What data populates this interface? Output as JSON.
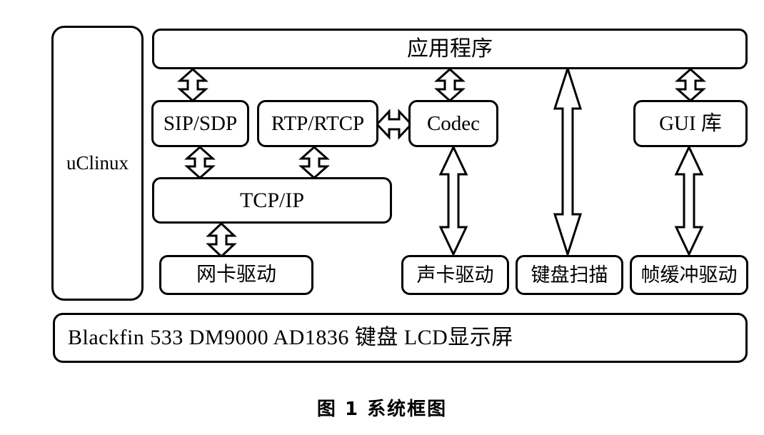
{
  "figure": {
    "caption": "图 1  系统框图",
    "title": "系统框图"
  },
  "boxes": {
    "uclinux": "uClinux",
    "application": "应用程序",
    "sip_sdp": "SIP/SDP",
    "rtp_rtcp": "RTP/RTCP",
    "codec": "Codec",
    "gui_lib": "GUI 库",
    "tcp_ip": "TCP/IP",
    "nic_driver": "网卡驱动",
    "sound_driver": "声卡驱动",
    "keyboard_scan": "键盘扫描",
    "framebuffer_driver": "帧缓冲驱动",
    "hardware": "Blackfin 533    DM9000            AD1836          键盘   LCD显示屏"
  },
  "hardware_items": [
    "Blackfin 533",
    "DM9000",
    "AD1836",
    "键盘",
    "LCD显示屏"
  ],
  "connections": [
    {
      "name": "app-to-sip",
      "from": "应用程序",
      "to": "SIP/SDP",
      "style": "double-headed"
    },
    {
      "name": "app-to-codec",
      "from": "应用程序",
      "to": "Codec",
      "style": "double-headed"
    },
    {
      "name": "app-to-keyscan",
      "from": "应用程序",
      "to": "键盘扫描",
      "style": "double-headed"
    },
    {
      "name": "app-to-gui",
      "from": "应用程序",
      "to": "GUI 库",
      "style": "double-headed"
    },
    {
      "name": "sip-to-tcpip",
      "from": "SIP/SDP",
      "to": "TCP/IP",
      "style": "double-headed"
    },
    {
      "name": "rtp-to-tcpip",
      "from": "RTP/RTCP",
      "to": "TCP/IP",
      "style": "double-headed"
    },
    {
      "name": "rtp-to-codec",
      "from": "RTP/RTCP",
      "to": "Codec",
      "style": "double-headed"
    },
    {
      "name": "tcpip-to-nic",
      "from": "TCP/IP",
      "to": "网卡驱动",
      "style": "double-headed"
    },
    {
      "name": "codec-to-sound",
      "from": "Codec",
      "to": "声卡驱动",
      "style": "double-headed"
    },
    {
      "name": "gui-to-framebuf",
      "from": "GUI 库",
      "to": "帧缓冲驱动",
      "style": "double-headed"
    }
  ],
  "colors": {
    "stroke": "#000000",
    "fill": "#ffffff",
    "background": "#ffffff"
  }
}
